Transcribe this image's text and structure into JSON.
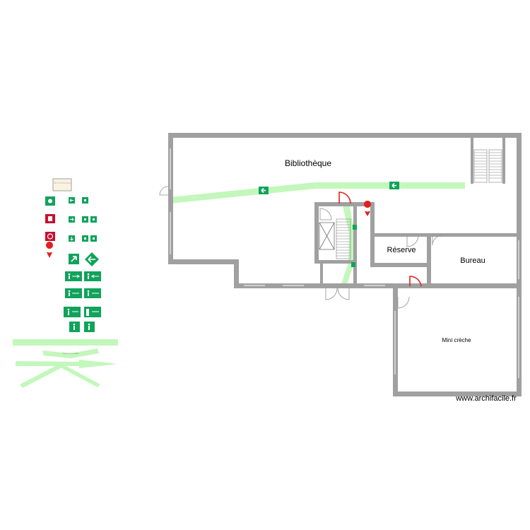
{
  "rooms": {
    "bibliotheque": "Bibliothèque",
    "reserve": "Réserve",
    "bureau": "Bureau",
    "creche": "Mini crèche"
  },
  "legend": {
    "box_caption": "Plan d'évacuation",
    "path_caption": "Chemin d'évacuation"
  },
  "watermark": "www.archifacile.fr",
  "colors": {
    "wall": "#a0a0a0",
    "path": "#c3f7bc",
    "sign_green": "#10a35b",
    "sign_red": "#c8102e",
    "door_red": "#e02020"
  }
}
